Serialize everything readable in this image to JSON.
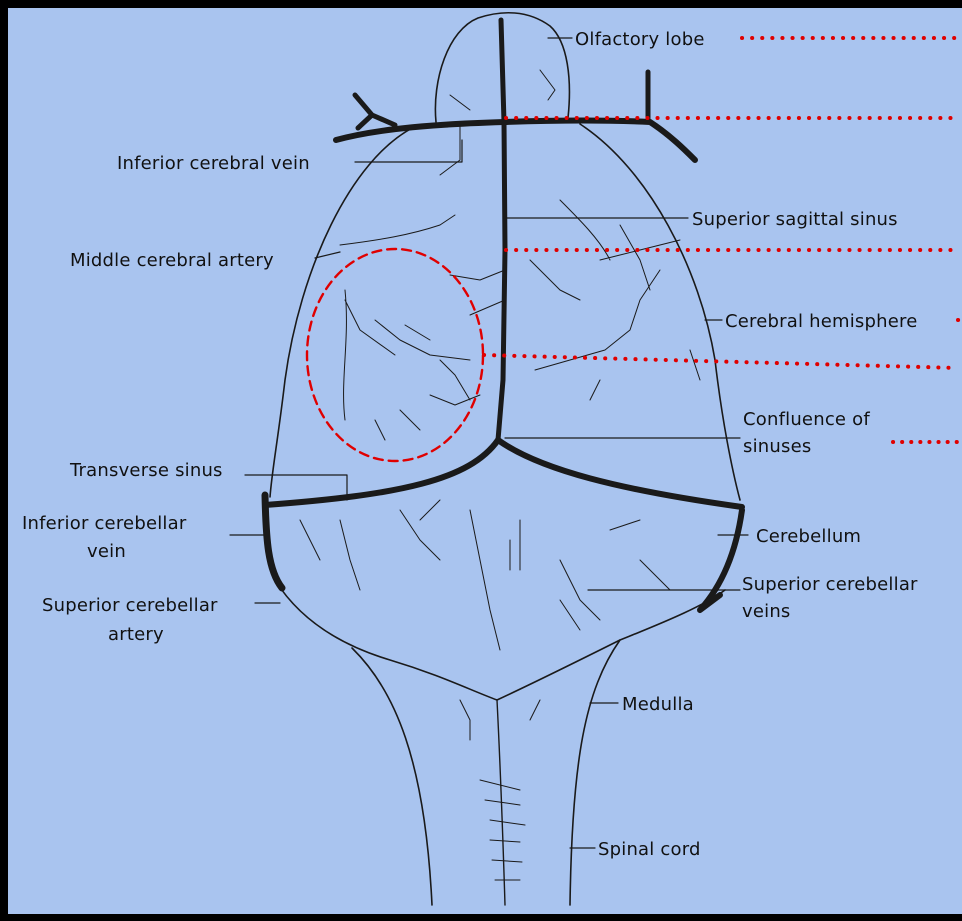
{
  "diagram": {
    "colors": {
      "background": "#000000",
      "panel": "#a9c4ef",
      "ink": "#1a1a1a",
      "highlight": "#e00000"
    },
    "labels": {
      "olfactory_lobe": "Olfactory lobe",
      "inferior_cerebral_vein": "Inferior cerebral vein",
      "superior_sagittal_sinus": "Superior sagittal sinus",
      "middle_cerebral_artery": "Middle cerebral artery",
      "cerebral_hemisphere": "Cerebral hemisphere",
      "confluence_line1": "Confluence of",
      "confluence_line2": "sinuses",
      "transverse_sinus": "Transverse sinus",
      "inferior_cerebellar_vein_line1": "Inferior cerebellar",
      "inferior_cerebellar_vein_line2": "vein",
      "cerebellum": "Cerebellum",
      "superior_cerebellar_artery_line1": "Superior cerebellar",
      "superior_cerebellar_artery_line2": "artery",
      "superior_cerebellar_veins_line1": "Superior cerebellar",
      "superior_cerebellar_veins_line2": "veins",
      "medulla": "Medulla",
      "spinal_cord": "Spinal cord"
    }
  }
}
